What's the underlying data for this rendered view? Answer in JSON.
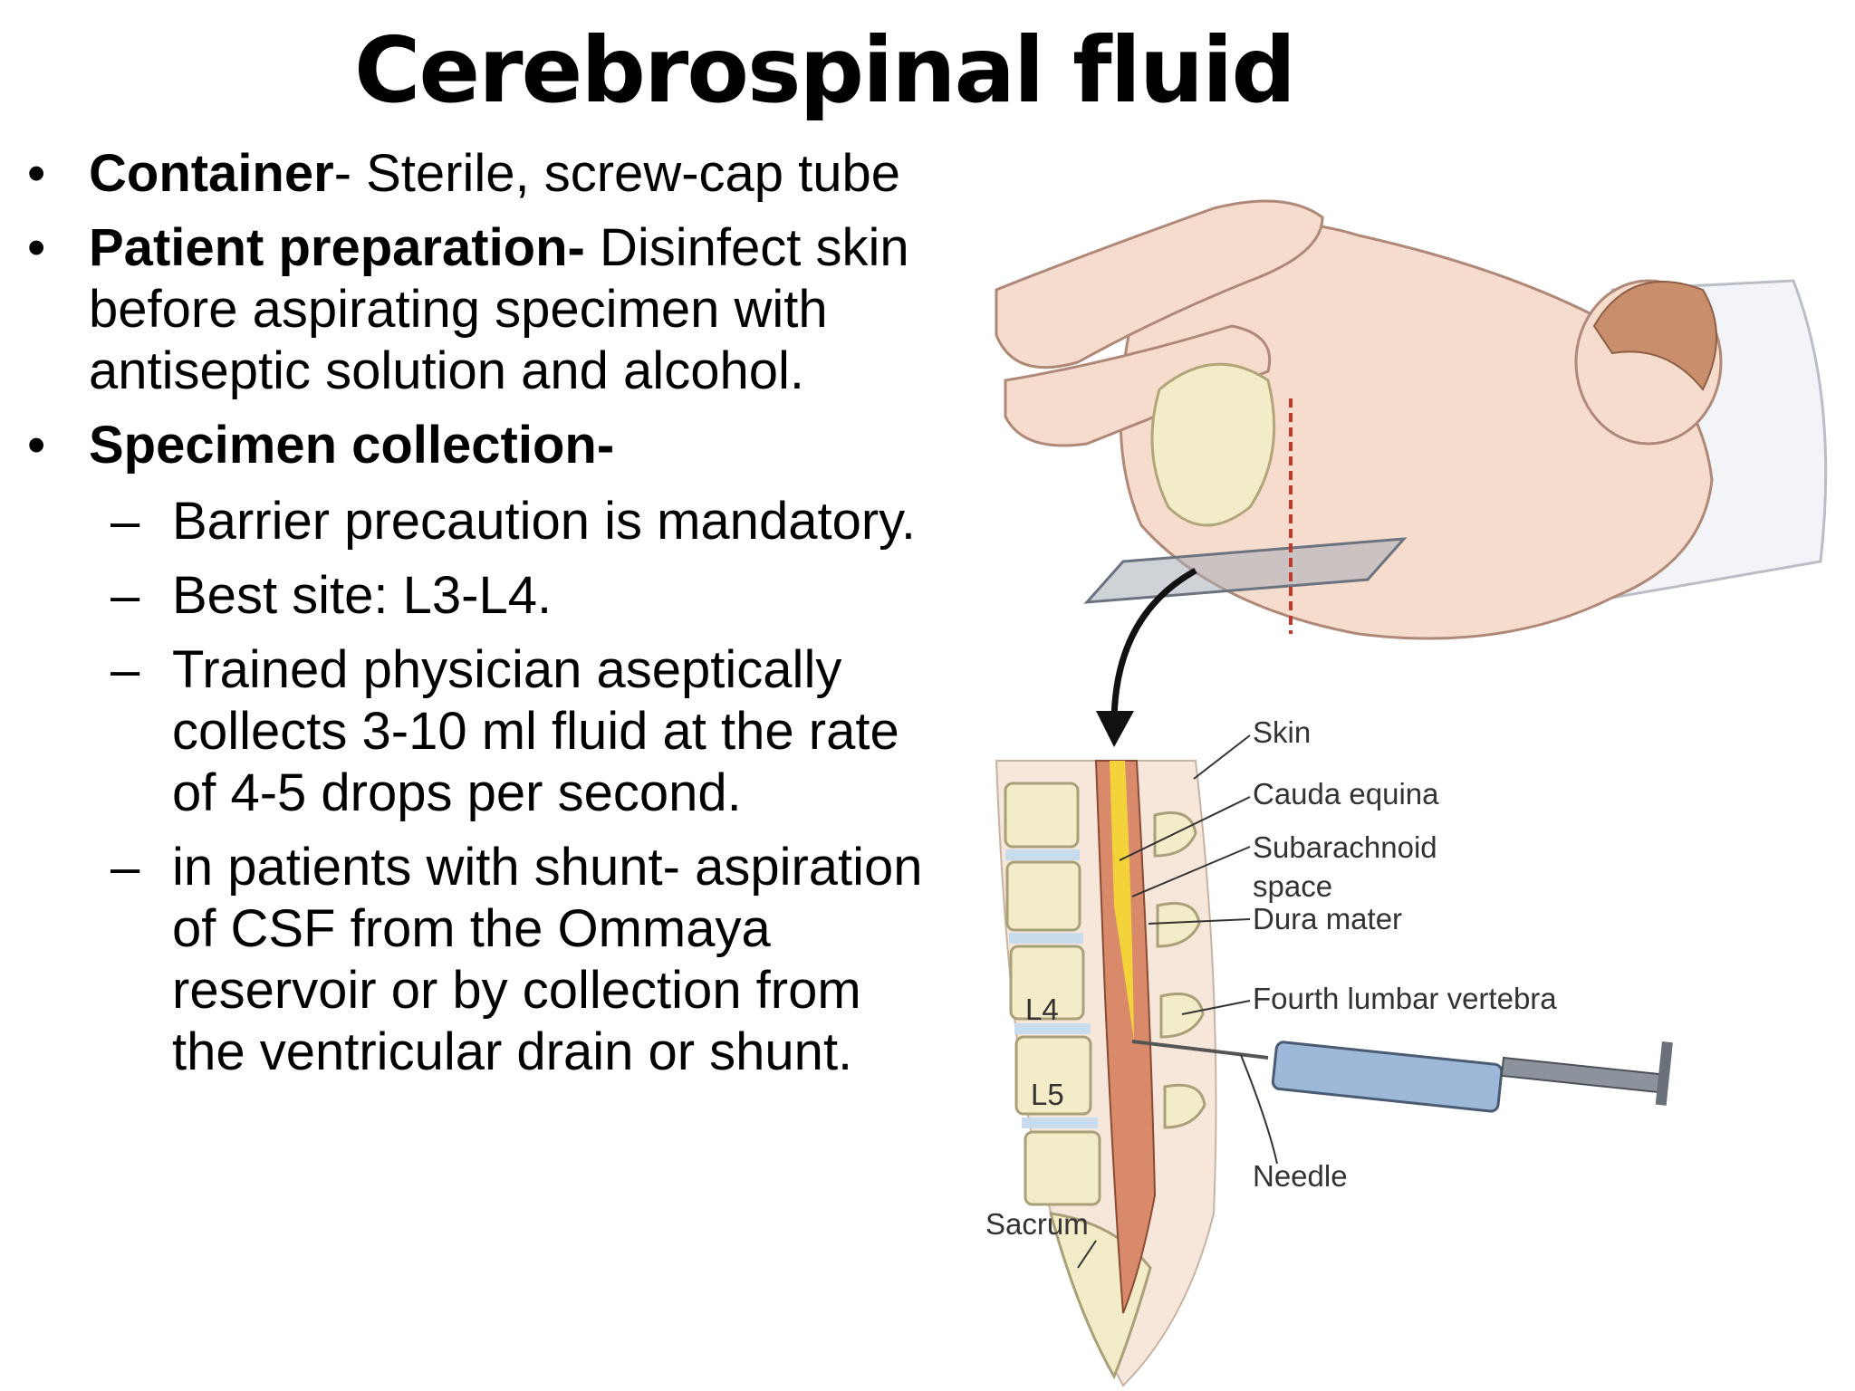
{
  "title": "Cerebrospinal fluid",
  "bullets": {
    "container": {
      "label": "Container",
      "text": "- Sterile, screw-cap tube"
    },
    "preparation": {
      "label": "Patient preparation-",
      "text": " Disinfect skin before aspirating specimen with antiseptic solution and alcohol."
    },
    "collection": {
      "label": "Specimen collection-",
      "items": [
        "Barrier precaution is mandatory.",
        "Best site: L3-L4.",
        "Trained physician aseptically collects 3-10 ml fluid at the rate of 4-5 drops per second.",
        "in patients with shunt- aspiration of CSF from the Ommaya reservoir or by collection from the ventricular drain or shunt."
      ]
    }
  },
  "figure": {
    "labels": {
      "skin": "Skin",
      "cauda": "Cauda equina",
      "subarachnoid_1": "Subarachnoid",
      "subarachnoid_2": "space",
      "dura": "Dura mater",
      "fourth": "Fourth lumbar vertebra",
      "needle": "Needle",
      "sacrum": "Sacrum",
      "l4": "L4",
      "l5": "L5"
    },
    "colors": {
      "skin_tone": "#f6dccd",
      "bone": "#f3ecc8",
      "disc_blue": "#c9dcee",
      "cord_yellow": "#f4d23a",
      "syringe": "#9db8d8"
    }
  }
}
